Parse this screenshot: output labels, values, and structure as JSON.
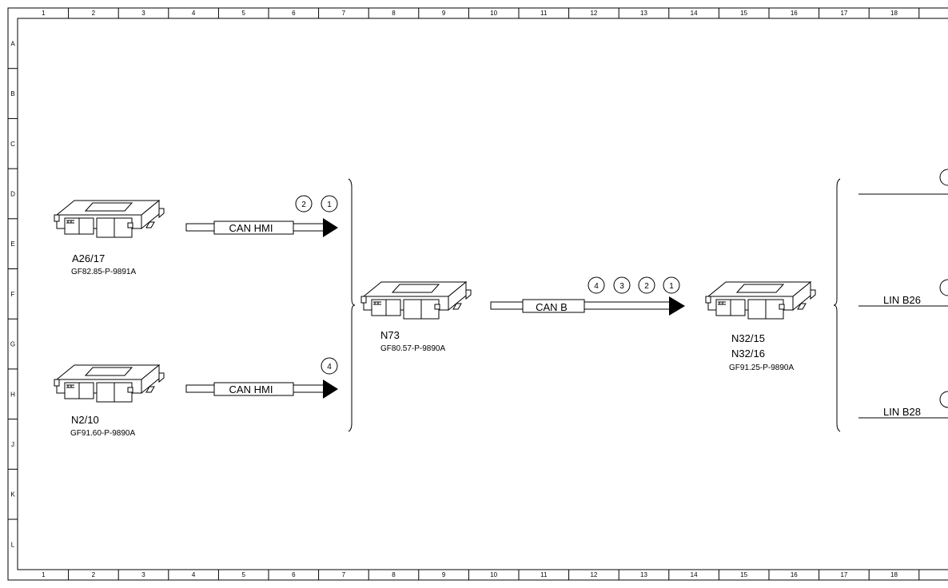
{
  "columns": [
    "1",
    "2",
    "3",
    "4",
    "5",
    "6",
    "7",
    "8",
    "9",
    "10",
    "11",
    "12",
    "13",
    "14",
    "15",
    "16",
    "17",
    "18"
  ],
  "rows": [
    "A",
    "B",
    "C",
    "D",
    "E",
    "F",
    "G",
    "H",
    "J",
    "K",
    "L"
  ],
  "modules": [
    {
      "name": "A26/17",
      "code": "GF82.85-P-9891A"
    },
    {
      "name": "N2/10",
      "code": "GF91.60-P-9890A"
    },
    {
      "name": "N73",
      "code": "GF80.57-P-9890A"
    },
    {
      "name": "N32/15",
      "name2": "N32/16",
      "code": "GF91.25-P-9890A"
    }
  ],
  "buses": [
    {
      "label": "CAN HMI",
      "refs": [
        "2",
        "1"
      ]
    },
    {
      "label": "CAN HMI",
      "refs": [
        "4"
      ]
    },
    {
      "label": "CAN B",
      "refs": [
        "4",
        "3",
        "2",
        "1"
      ]
    }
  ],
  "lin_lines": [
    "LIN B26",
    "LIN B28"
  ]
}
